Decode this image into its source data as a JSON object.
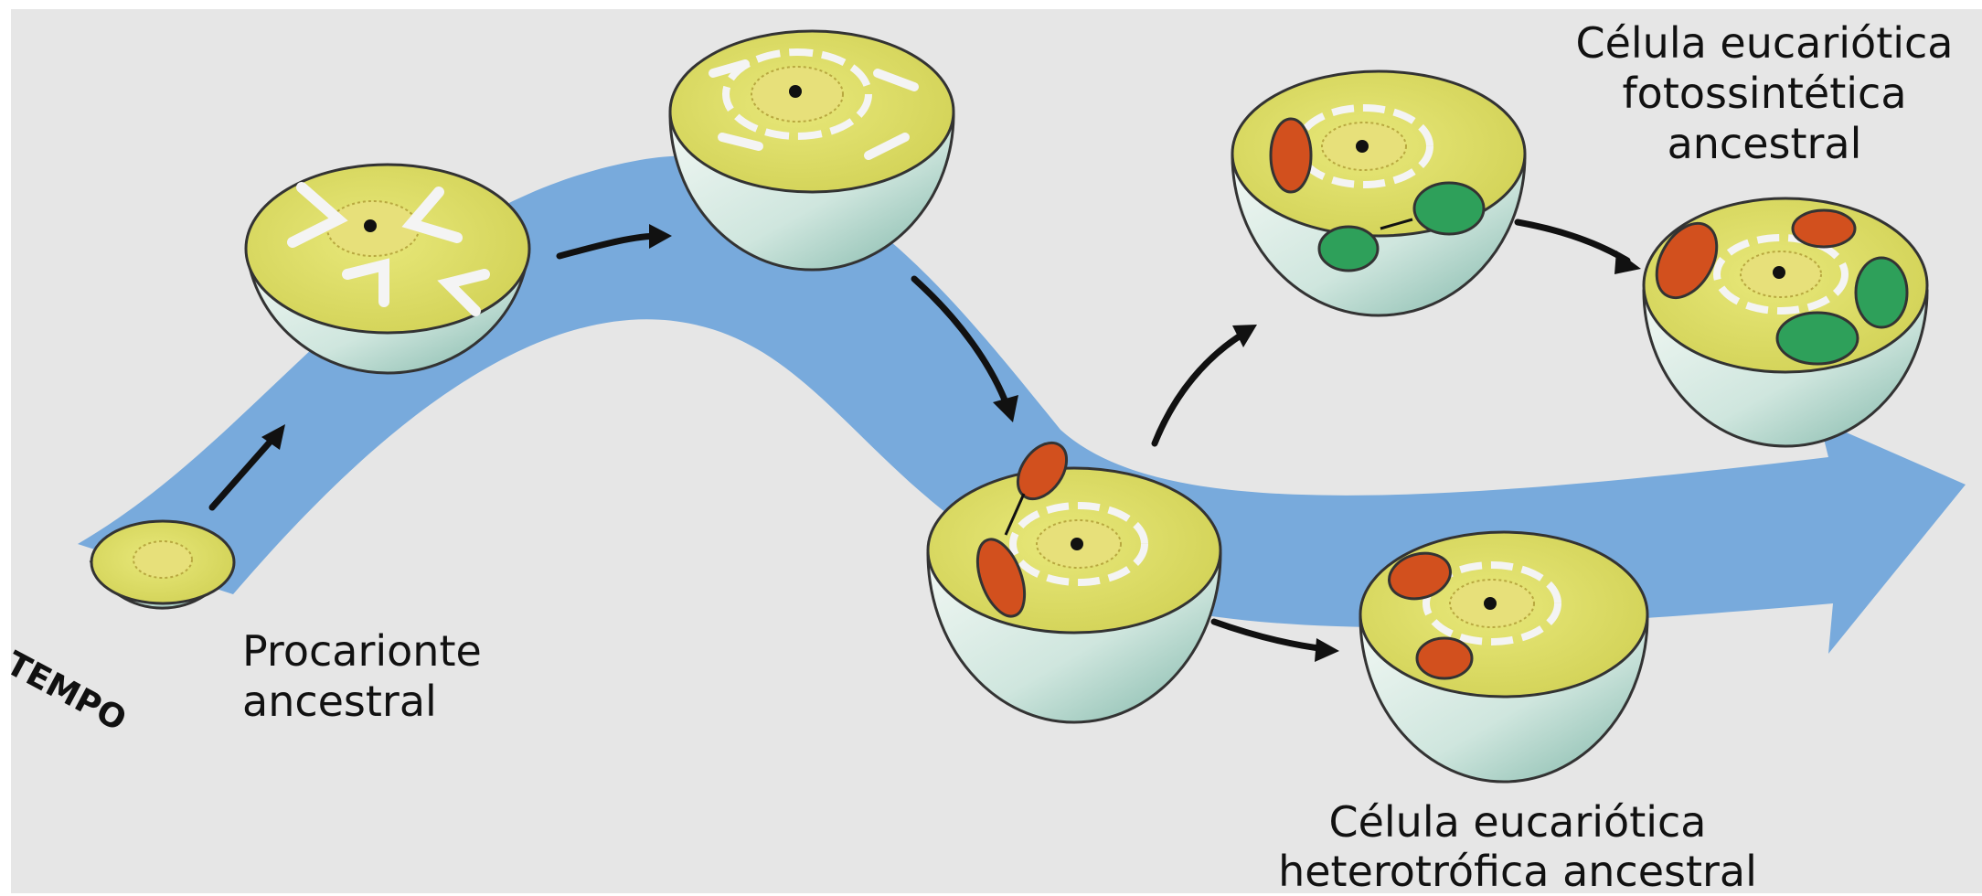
{
  "labels": {
    "time_axis": "TEMPO",
    "prokaryote_line1": "Procarionte",
    "prokaryote_line2": "ancestral",
    "photo_line1": "Célula eucariótica",
    "photo_line2": "fotossintética",
    "photo_line3": "ancestral",
    "hetero_line1": "Célula eucariótica",
    "hetero_line2": "heterotrófica ancestral"
  },
  "colors": {
    "background": "#e6e6e6",
    "ribbon": "#78aadc",
    "cytoplasm": "#dcdc64",
    "cell_base": "#cfe6de",
    "mitochondrion": "#d2501e",
    "chloroplast": "#2ea05a",
    "arrow": "#111111"
  },
  "icons": [
    "cell-icon",
    "mitochondrion-icon",
    "chloroplast-icon",
    "arrow-icon"
  ]
}
